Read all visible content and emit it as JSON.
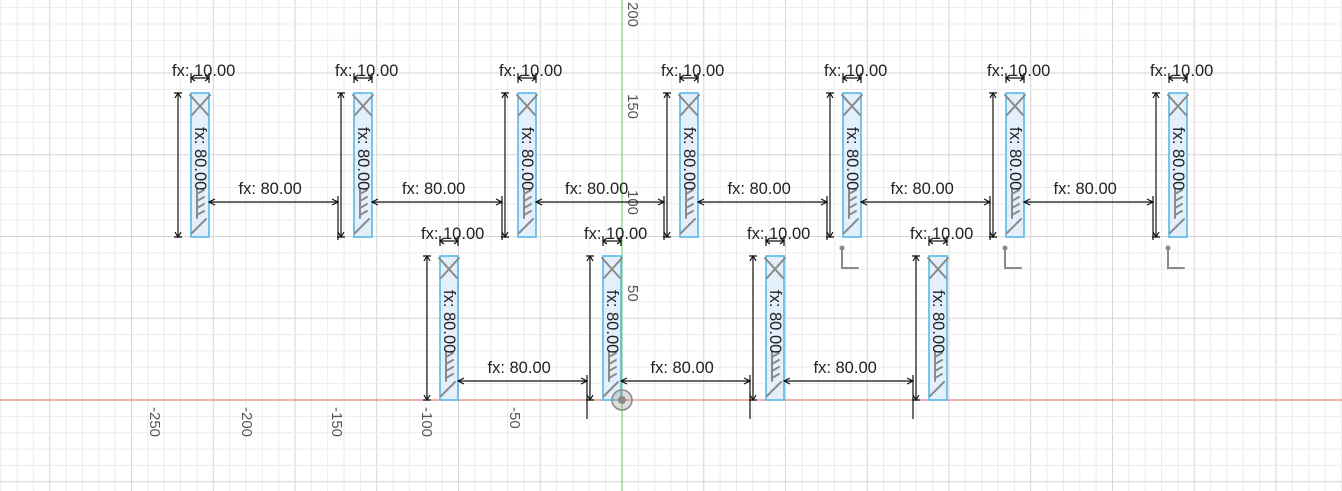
{
  "viewport": {
    "origin_label": "origin-point"
  },
  "axes": {
    "x_ticks": [
      "-250",
      "-200",
      "-150",
      "-100",
      "-50"
    ],
    "y_ticks": [
      "200",
      "150",
      "100",
      "50"
    ]
  },
  "colors": {
    "x_axis": "#e8847a",
    "y_axis": "#7fd07f",
    "sketch_rect_stroke": "#58b8e8",
    "sketch_rect_fill": "#e3f0fb",
    "dimension_text": "#222222"
  },
  "dimensions": {
    "width_label": "fx: 10.00",
    "height_label": "fx: 80.00",
    "spacing_label": "fx: 80.00"
  },
  "top_row": {
    "rect_count": 7,
    "spacing_count": 6
  },
  "bottom_row": {
    "rect_count": 4,
    "spacing_count": 3
  }
}
